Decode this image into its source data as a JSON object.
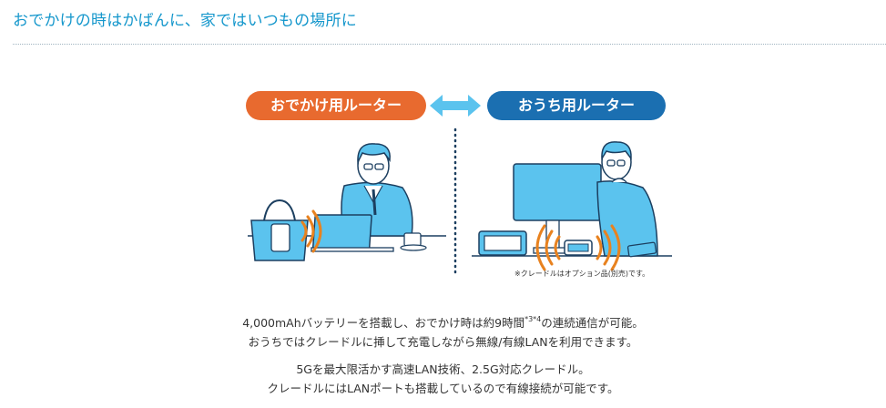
{
  "heading": "おでかけの時はかばんに、家ではいつもの場所に",
  "labels": {
    "outing": "おでかけ用ルーター",
    "home": "おうち用ルーター"
  },
  "note": "※クレードルはオプション品(別売)です。",
  "paragraph1": {
    "line1_pre": "4,000mAhバッテリーを搭載し、おでかけ時は約9時間",
    "line1_sup": "*3*4",
    "line1_post": "の連続通信が可能。",
    "line2": "おうちではクレードルに挿して充電しながら無線/有線LANを利用できます。"
  },
  "paragraph2": {
    "line1": "5Gを最大限活かす高速LAN技術、2.5G対応クレードル。",
    "line2": "クレードルにはLANポートも搭載しているので有線接続が可能です。"
  },
  "colors": {
    "heading": "#1597cc",
    "outing_pill": "#e86a2f",
    "home_pill": "#1b6fb1",
    "arrow": "#5bc3ee",
    "illustration_blue": "#5bc3ee",
    "illustration_navy": "#1c3f60",
    "signal_orange": "#e8821f"
  }
}
